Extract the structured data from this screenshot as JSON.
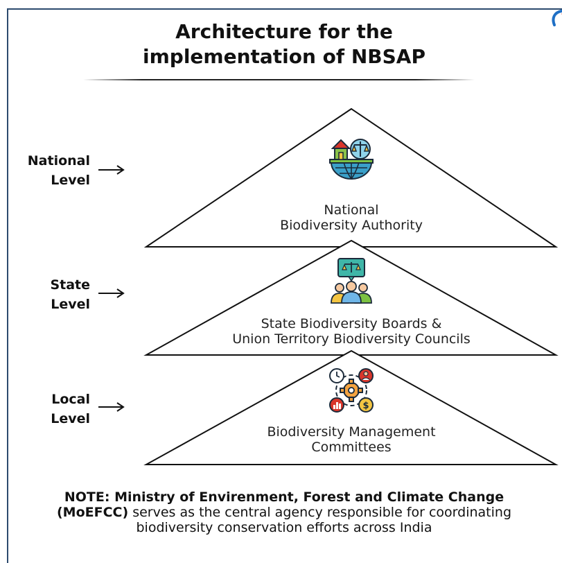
{
  "header": {
    "corner_text": "",
    "title_line1": "Architecture for the",
    "title_line2": "implementation of NBSAP"
  },
  "levels": [
    {
      "label_line1": "National",
      "label_line2": "Level",
      "tier_line1": "National",
      "tier_line2": "Biodiversity Authority",
      "icon": "government-globe-icon"
    },
    {
      "label_line1": "State",
      "label_line2": "Level",
      "tier_line1": "State Biodiversity Boards &",
      "tier_line2": "Union Territory Biodiversity Councils",
      "icon": "council-meeting-icon"
    },
    {
      "label_line1": "Local",
      "label_line2": "Level",
      "tier_line1": "Biodiversity Management",
      "tier_line2": "Committees",
      "icon": "management-gear-icon"
    }
  ],
  "note": {
    "bold_text": "NOTE: Ministry of Envirenment, Forest and Climate Change (MoEFCC)",
    "rest_text": " serves as the central agency responsible for coordinating biodiversity conservation efforts across India"
  },
  "colors": {
    "frame": "#2c4a6e",
    "accent_blue": "#1f6fc5",
    "accent_red": "#d9362b"
  }
}
